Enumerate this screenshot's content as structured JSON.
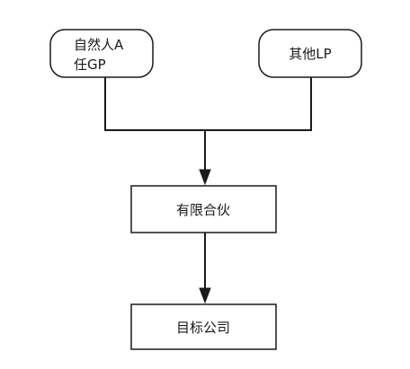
{
  "nodes": {
    "gp": {
      "line1": "自然人A",
      "line2": "任GP"
    },
    "lp": {
      "label": "其他LP"
    },
    "partnership": {
      "label": "有限合伙"
    },
    "target": {
      "label": "目标公司"
    }
  },
  "colors": {
    "stroke": "#1a1a1a",
    "fill": "#ffffff",
    "text": "#1a1a1a"
  }
}
